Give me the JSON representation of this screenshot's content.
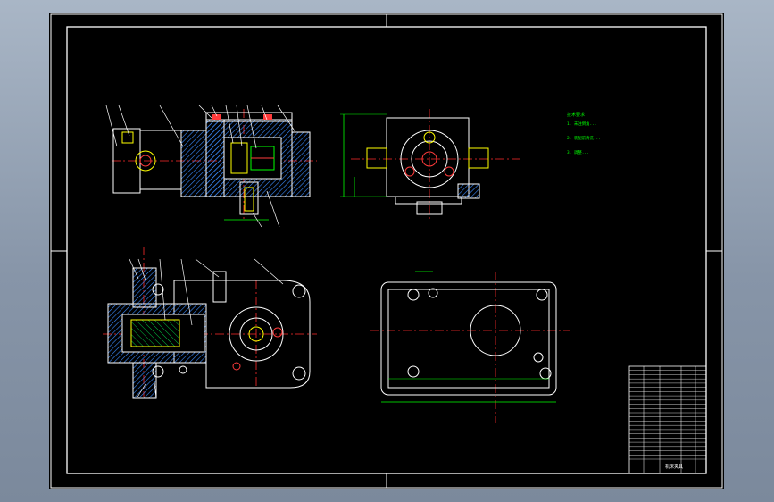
{
  "drawing": {
    "tech_notes": {
      "title": "技术要求",
      "lines": [
        "1. 未注倒角...",
        "2. 装配前清洗...",
        "3. 调整..."
      ]
    },
    "title_block": {
      "drawing_name": "机床夹具",
      "rows": 22
    },
    "colors": {
      "background": "#000000",
      "frame": "#ffffff",
      "outline": "#ffffff",
      "center_line": "#ff2b2b",
      "dimension": "#00ff00",
      "hatch": "#3b8bff",
      "detail_green": "#00ff00",
      "part_yellow": "#ffff00",
      "part_red": "#ff3b3b"
    }
  }
}
